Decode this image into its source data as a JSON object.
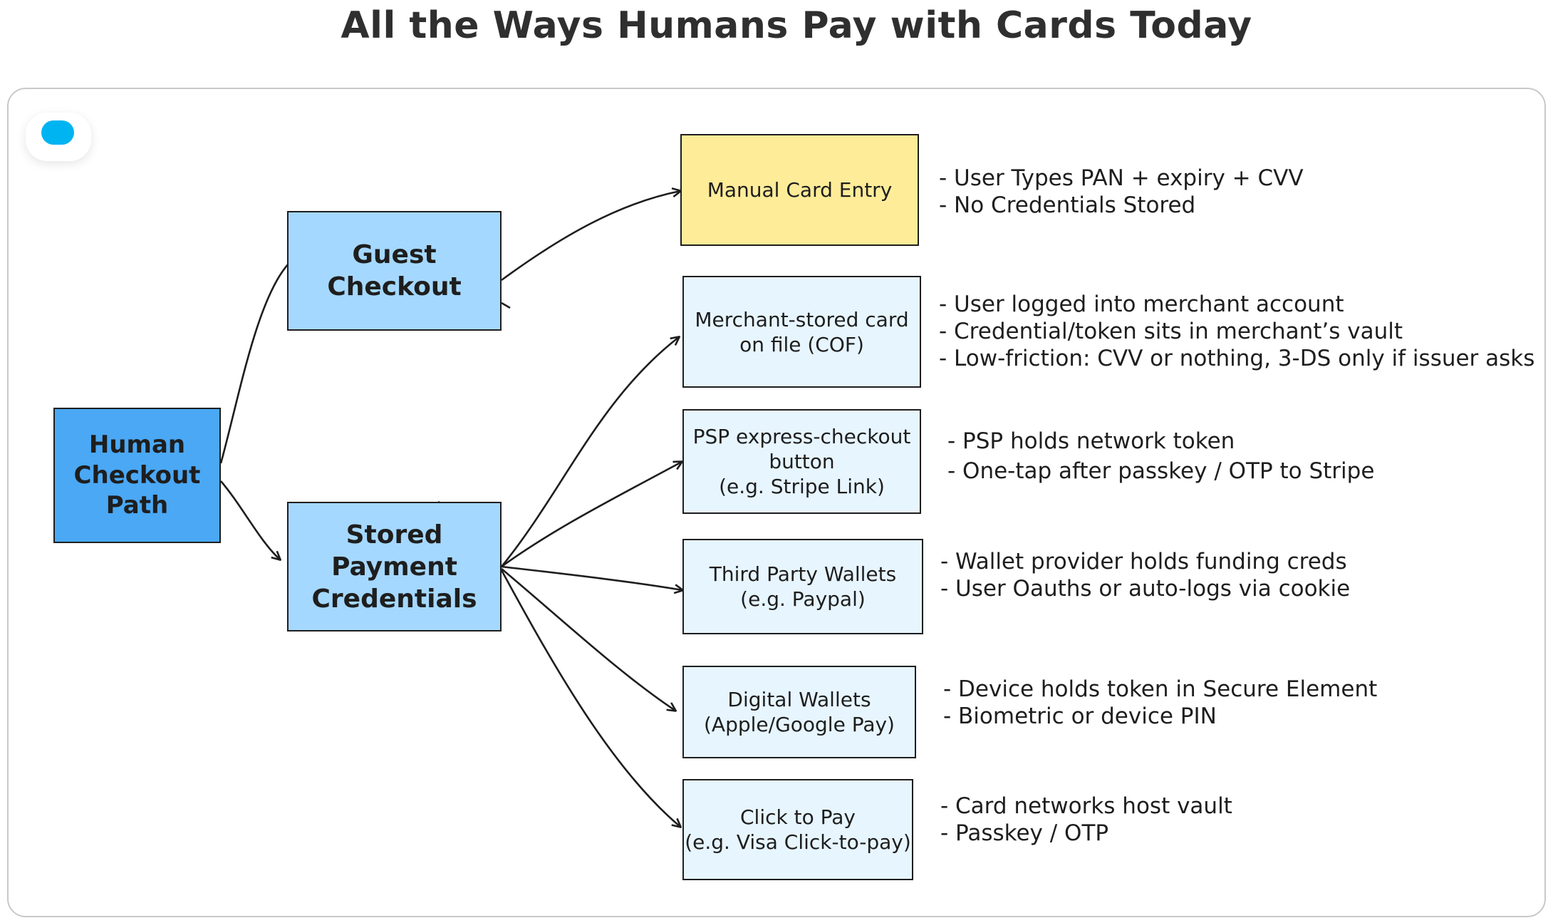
{
  "title": "All the Ways Humans Pay with Cards Today",
  "nodes": {
    "human_checkout": "Human\nCheckout\nPath",
    "guest_checkout": "Guest\nCheckout",
    "stored_credentials": "Stored Payment\nCredentials",
    "manual_entry": "Manual Card Entry",
    "merchant_cof": "Merchant-stored card\non file (COF)",
    "psp_express": "PSP express-checkout\nbutton\n(e.g. Stripe Link)",
    "third_party": "Third Party Wallets\n(e.g. Paypal)",
    "digital_wallets": "Digital Wallets\n(Apple/Google Pay)",
    "click_to_pay": "Click to Pay\n(e.g. Visa Click-to-pay)"
  },
  "notes": {
    "manual_entry": [
      "- User Types PAN + expiry + CVV",
      "- No Credentials Stored"
    ],
    "merchant_cof": [
      "- User logged into merchant account",
      "- Credential/token sits in merchant’s vault",
      "- Low-friction: CVV or nothing, 3-DS only if issuer asks"
    ],
    "psp_express": [
      "- PSP holds network token",
      "- One-tap after passkey / OTP to Stripe"
    ],
    "third_party": [
      "- Wallet provider holds funding creds",
      "- User Oauths or auto-logs via cookie"
    ],
    "digital_wallets": [
      "- Device holds token in Secure Element",
      "- Biometric or device PIN"
    ],
    "click_to_pay": [
      "- Card networks host vault",
      "- Passkey / OTP"
    ]
  },
  "colors": {
    "accent_dot": "#00b4f2",
    "root_fill": "#4aa8f5",
    "branch_fill": "#a5d8ff",
    "manual_fill": "#ffec99",
    "leaf_fill": "#e7f5ff",
    "stroke": "#1e1e1e"
  }
}
